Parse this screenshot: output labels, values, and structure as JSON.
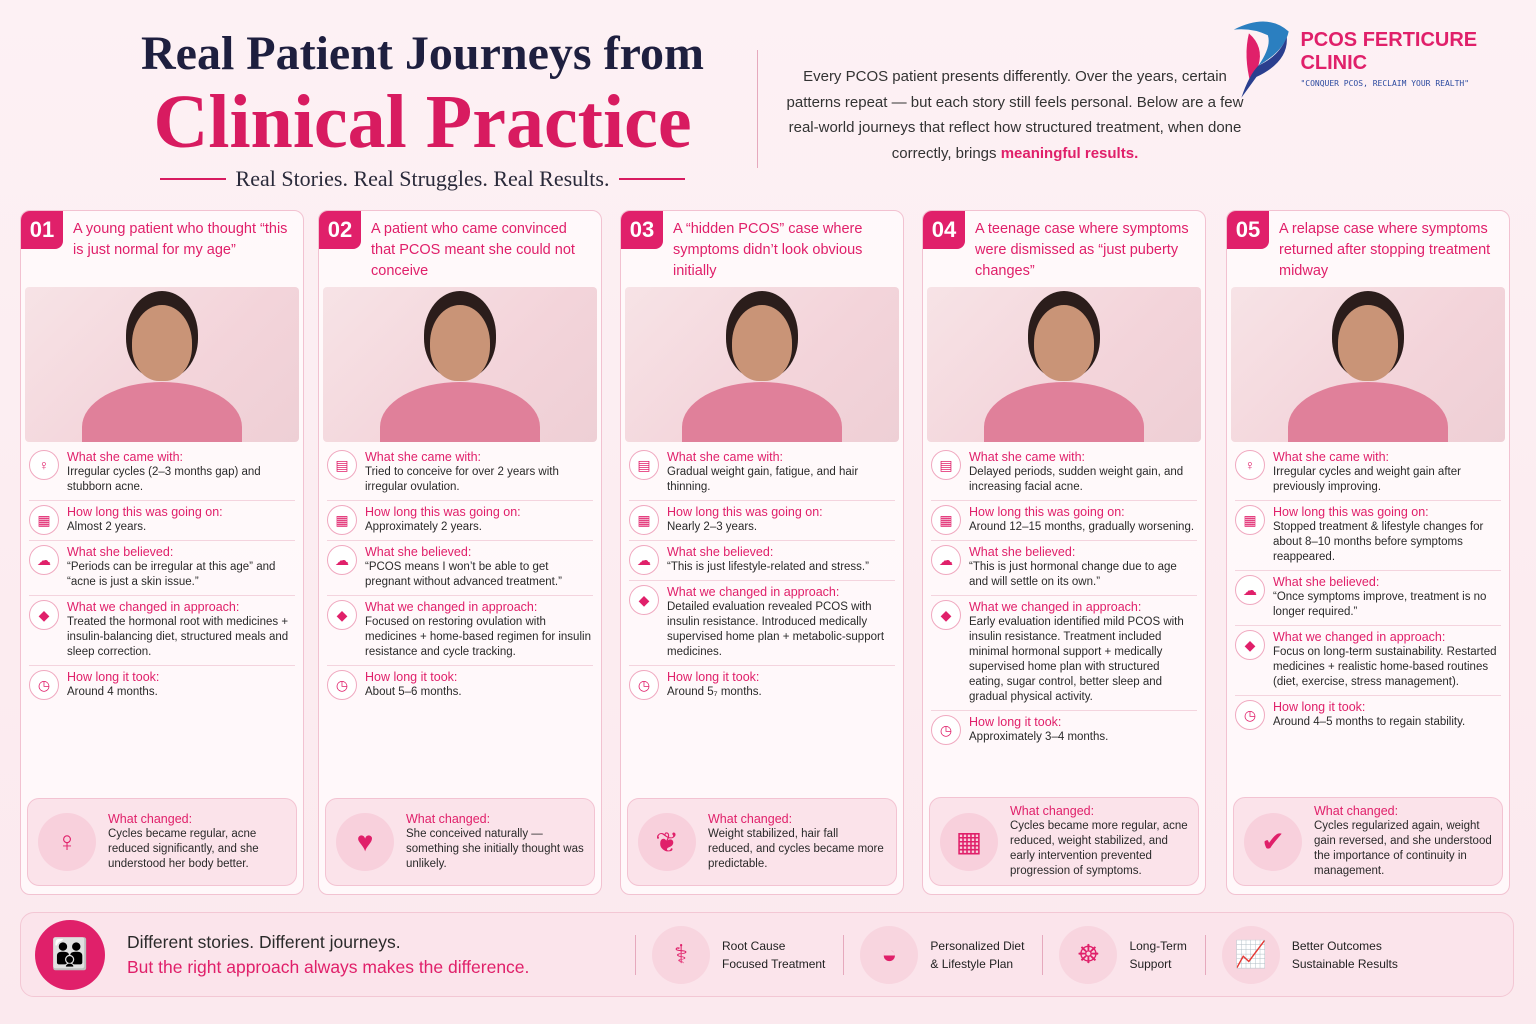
{
  "header": {
    "title_line1": "Real Patient Journeys from",
    "title_line2": "Clinical Practice",
    "subtitle": "Real Stories. Real Struggles. Real Results."
  },
  "intro": {
    "text": "Every PCOS patient presents differently. Over the years, certain patterns repeat — but each story still feels personal. Below are a few real-world journeys that reflect how structured treatment, when done correctly, brings",
    "highlight": "meaningful results."
  },
  "logo": {
    "name": "PCOS FERTICURE CLINIC",
    "tagline": "\"CONQUER PCOS, RECLAIM YOUR REALTH\""
  },
  "colors": {
    "accent": "#e0206a",
    "navy": "#1e1f3f"
  },
  "cards": [
    {
      "num": "01",
      "title": "A young patient who thought “this is just normal for my age”",
      "items": [
        {
          "label": "What she came with:",
          "value": "Irregular cycles (2–3 months gap) and stubborn acne.",
          "icon": "woman-icon"
        },
        {
          "label": "How long this was going on:",
          "value": "Almost 2 years.",
          "icon": "calendar-icon"
        },
        {
          "label": "What she believed:",
          "value": "“Periods can be irregular at this age” and “acne is just a skin issue.”",
          "icon": "thought-icon"
        },
        {
          "label": "What we changed in approach:",
          "value": "Treated the hormonal root with medicines + insulin-balancing diet, structured meals and sleep correction.",
          "icon": "treatment-icon"
        },
        {
          "label": "How long it took:",
          "value": "Around 4 months.",
          "icon": "clock-icon"
        }
      ],
      "changed_label": "What changed:",
      "changed": "Cycles became regular, acne reduced significantly, and she understood her body better.",
      "changed_icon": "woman-profile-icon"
    },
    {
      "num": "02",
      "title": "A patient who came convinced that PCOS meant she could not conceive",
      "items": [
        {
          "label": "What she came with:",
          "value": "Tried to conceive for over 2 years with irregular ovulation.",
          "icon": "chart-icon"
        },
        {
          "label": "How long this was going on:",
          "value": "Approximately 2 years.",
          "icon": "calendar-icon"
        },
        {
          "label": "What she believed:",
          "value": "“PCOS means I won’t be able to get pregnant without advanced treatment.”",
          "icon": "thought-icon"
        },
        {
          "label": "What we changed in approach:",
          "value": "Focused on restoring ovulation with medicines + home-based regimen for insulin resistance and cycle tracking.",
          "icon": "treatment-icon"
        },
        {
          "label": "How long it took:",
          "value": "About 5–6 months.",
          "icon": "clock-icon"
        }
      ],
      "changed_label": "What changed:",
      "changed": "She conceived naturally — something she initially thought was unlikely.",
      "changed_icon": "heart-icon"
    },
    {
      "num": "03",
      "title": "A “hidden PCOS” case where symptoms didn’t look obvious initially",
      "items": [
        {
          "label": "What she came with:",
          "value": "Gradual weight gain, fatigue, and hair thinning.",
          "icon": "chart-icon"
        },
        {
          "label": "How long this was going on:",
          "value": "Nearly 2–3 years.",
          "icon": "calendar-icon"
        },
        {
          "label": "What she believed:",
          "value": "“This is just lifestyle-related and stress.”",
          "icon": "thought-icon"
        },
        {
          "label": "What we changed in approach:",
          "value": "Detailed evaluation revealed PCOS with insulin resistance. Introduced medically supervised home plan + metabolic-support medicines.",
          "icon": "treatment-icon"
        },
        {
          "label": "How long it took:",
          "value": "Around 5₇ months.",
          "icon": "clock-icon"
        }
      ],
      "changed_label": "What changed:",
      "changed": "Weight stabilized, hair fall reduced, and cycles became more predictable.",
      "changed_icon": "hair-follicle-icon"
    },
    {
      "num": "04",
      "title": "A teenage case where symptoms were dismissed as “just puberty changes”",
      "items": [
        {
          "label": "What she came with:",
          "value": "Delayed periods, sudden weight gain, and increasing facial acne.",
          "icon": "chart-icon"
        },
        {
          "label": "How long this was going on:",
          "value": "Around 12–15 months, gradually worsening.",
          "icon": "calendar-icon"
        },
        {
          "label": "What she believed:",
          "value": "“This is just hormonal change due to age and will settle on its own.”",
          "icon": "thought-icon"
        },
        {
          "label": "What we changed in approach:",
          "value": "Early evaluation identified mild PCOS with insulin resistance. Treatment included minimal hormonal support + medically supervised home plan with structured eating, sugar control, better sleep and gradual physical activity.",
          "icon": "treatment-icon"
        },
        {
          "label": "How long it took:",
          "value": "Approximately 3–4 months.",
          "icon": "clock-icon"
        }
      ],
      "changed_label": "What changed:",
      "changed": "Cycles became more regular, acne reduced, weight stabilized, and early intervention prevented progression of symptoms.",
      "changed_icon": "calendar-icon"
    },
    {
      "num": "05",
      "title": "A relapse case where symptoms returned after stopping treatment midway",
      "items": [
        {
          "label": "What she came with:",
          "value": "Irregular cycles and weight gain after previously improving.",
          "icon": "woman-icon"
        },
        {
          "label": "How long this was going on:",
          "value": "Stopped treatment & lifestyle changes for about 8–10 months before symptoms reappeared.",
          "icon": "calendar-icon"
        },
        {
          "label": "What she believed:",
          "value": "“Once symptoms improve, treatment is no longer required.”",
          "icon": "thought-icon"
        },
        {
          "label": "What we changed in approach:",
          "value": "Focus on long-term sustainability. Restarted medicines + realistic home-based routines (diet, exercise, stress management).",
          "icon": "treatment-icon"
        },
        {
          "label": "How long it took:",
          "value": "Around 4–5 months to regain stability.",
          "icon": "clock-icon"
        }
      ],
      "changed_label": "What changed:",
      "changed": "Cycles regularized again, weight gain reversed, and she understood the importance of continuity in management.",
      "changed_icon": "shield-check-icon"
    }
  ],
  "footer": {
    "line1": "Different stories. Different journeys.",
    "line2": "But the right approach always makes the difference.",
    "features": [
      {
        "line1": "Root Cause",
        "line2": "Focused Treatment",
        "icon": "stethoscope-icon"
      },
      {
        "line1": "Personalized Diet",
        "line2": "& Lifestyle Plan",
        "icon": "bowl-icon"
      },
      {
        "line1": "Long-Term",
        "line2": "Support",
        "icon": "meditation-icon"
      },
      {
        "line1": "Better Outcomes",
        "line2": "Sustainable Results",
        "icon": "growth-chart-icon"
      }
    ]
  }
}
